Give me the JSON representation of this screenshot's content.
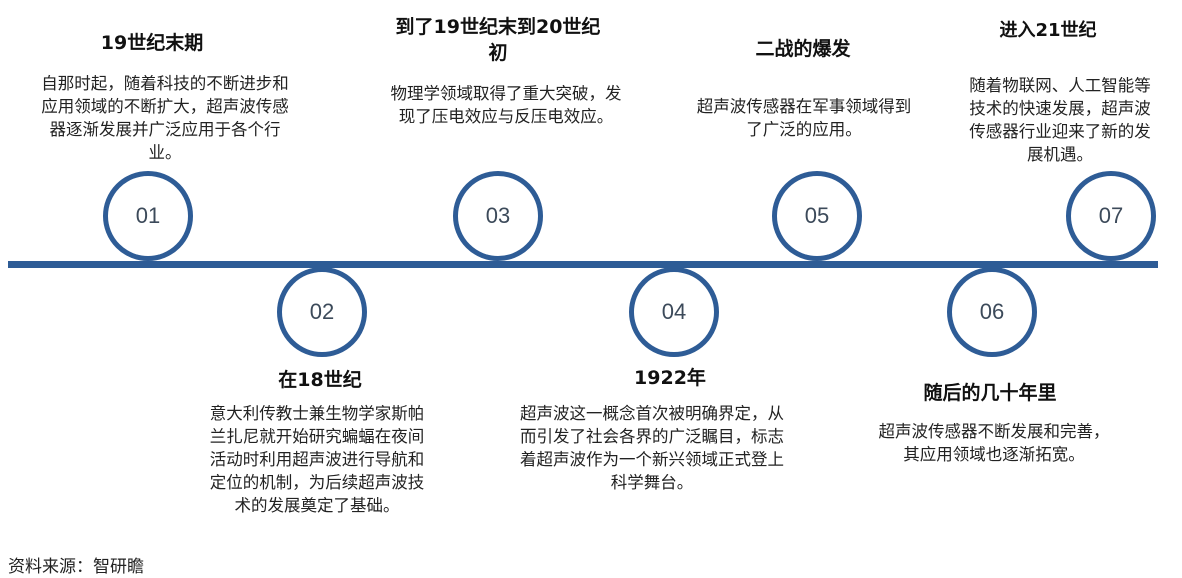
{
  "events": [
    {
      "num": "01",
      "title": "19世纪末期",
      "text": "自那时起，随着科技的不断进步和应用领域的不断扩大，超声波传感器逐渐发展并广泛应用于各个行业。"
    },
    {
      "num": "02",
      "title": "在18世纪",
      "text": "意大利传教士兼生物学家斯帕兰扎尼就开始研究蝙蝠在夜间活动时利用超声波进行导航和定位的机制，为后续超声波技术的发展奠定了基础。"
    },
    {
      "num": "03",
      "title": "到了19世纪末到20世纪初",
      "text": "物理学领域取得了重大突破，发现了压电效应与反压电效应。"
    },
    {
      "num": "04",
      "title": "1922年",
      "text": "超声波这一概念首次被明确界定，从而引发了社会各界的广泛瞩目，标志着超声波作为一个新兴领域正式登上科学舞台。"
    },
    {
      "num": "05",
      "title": "二战的爆发",
      "text": "超声波传感器在军事领域得到了广泛的应用。"
    },
    {
      "num": "06",
      "title": "随后的几十年里",
      "text": "超声波传感器不断发展和完善，其应用领域也逐渐拓宽。"
    },
    {
      "num": "07",
      "title": "进入21世纪",
      "text": "随着物联网、人工智能等技术的快速发展，超声波传感器行业迎来了新的发展机遇。"
    }
  ],
  "source": "资料来源：智研瞻",
  "colors": {
    "line": "#2e5c96",
    "circle_border": "#2e5c96"
  }
}
